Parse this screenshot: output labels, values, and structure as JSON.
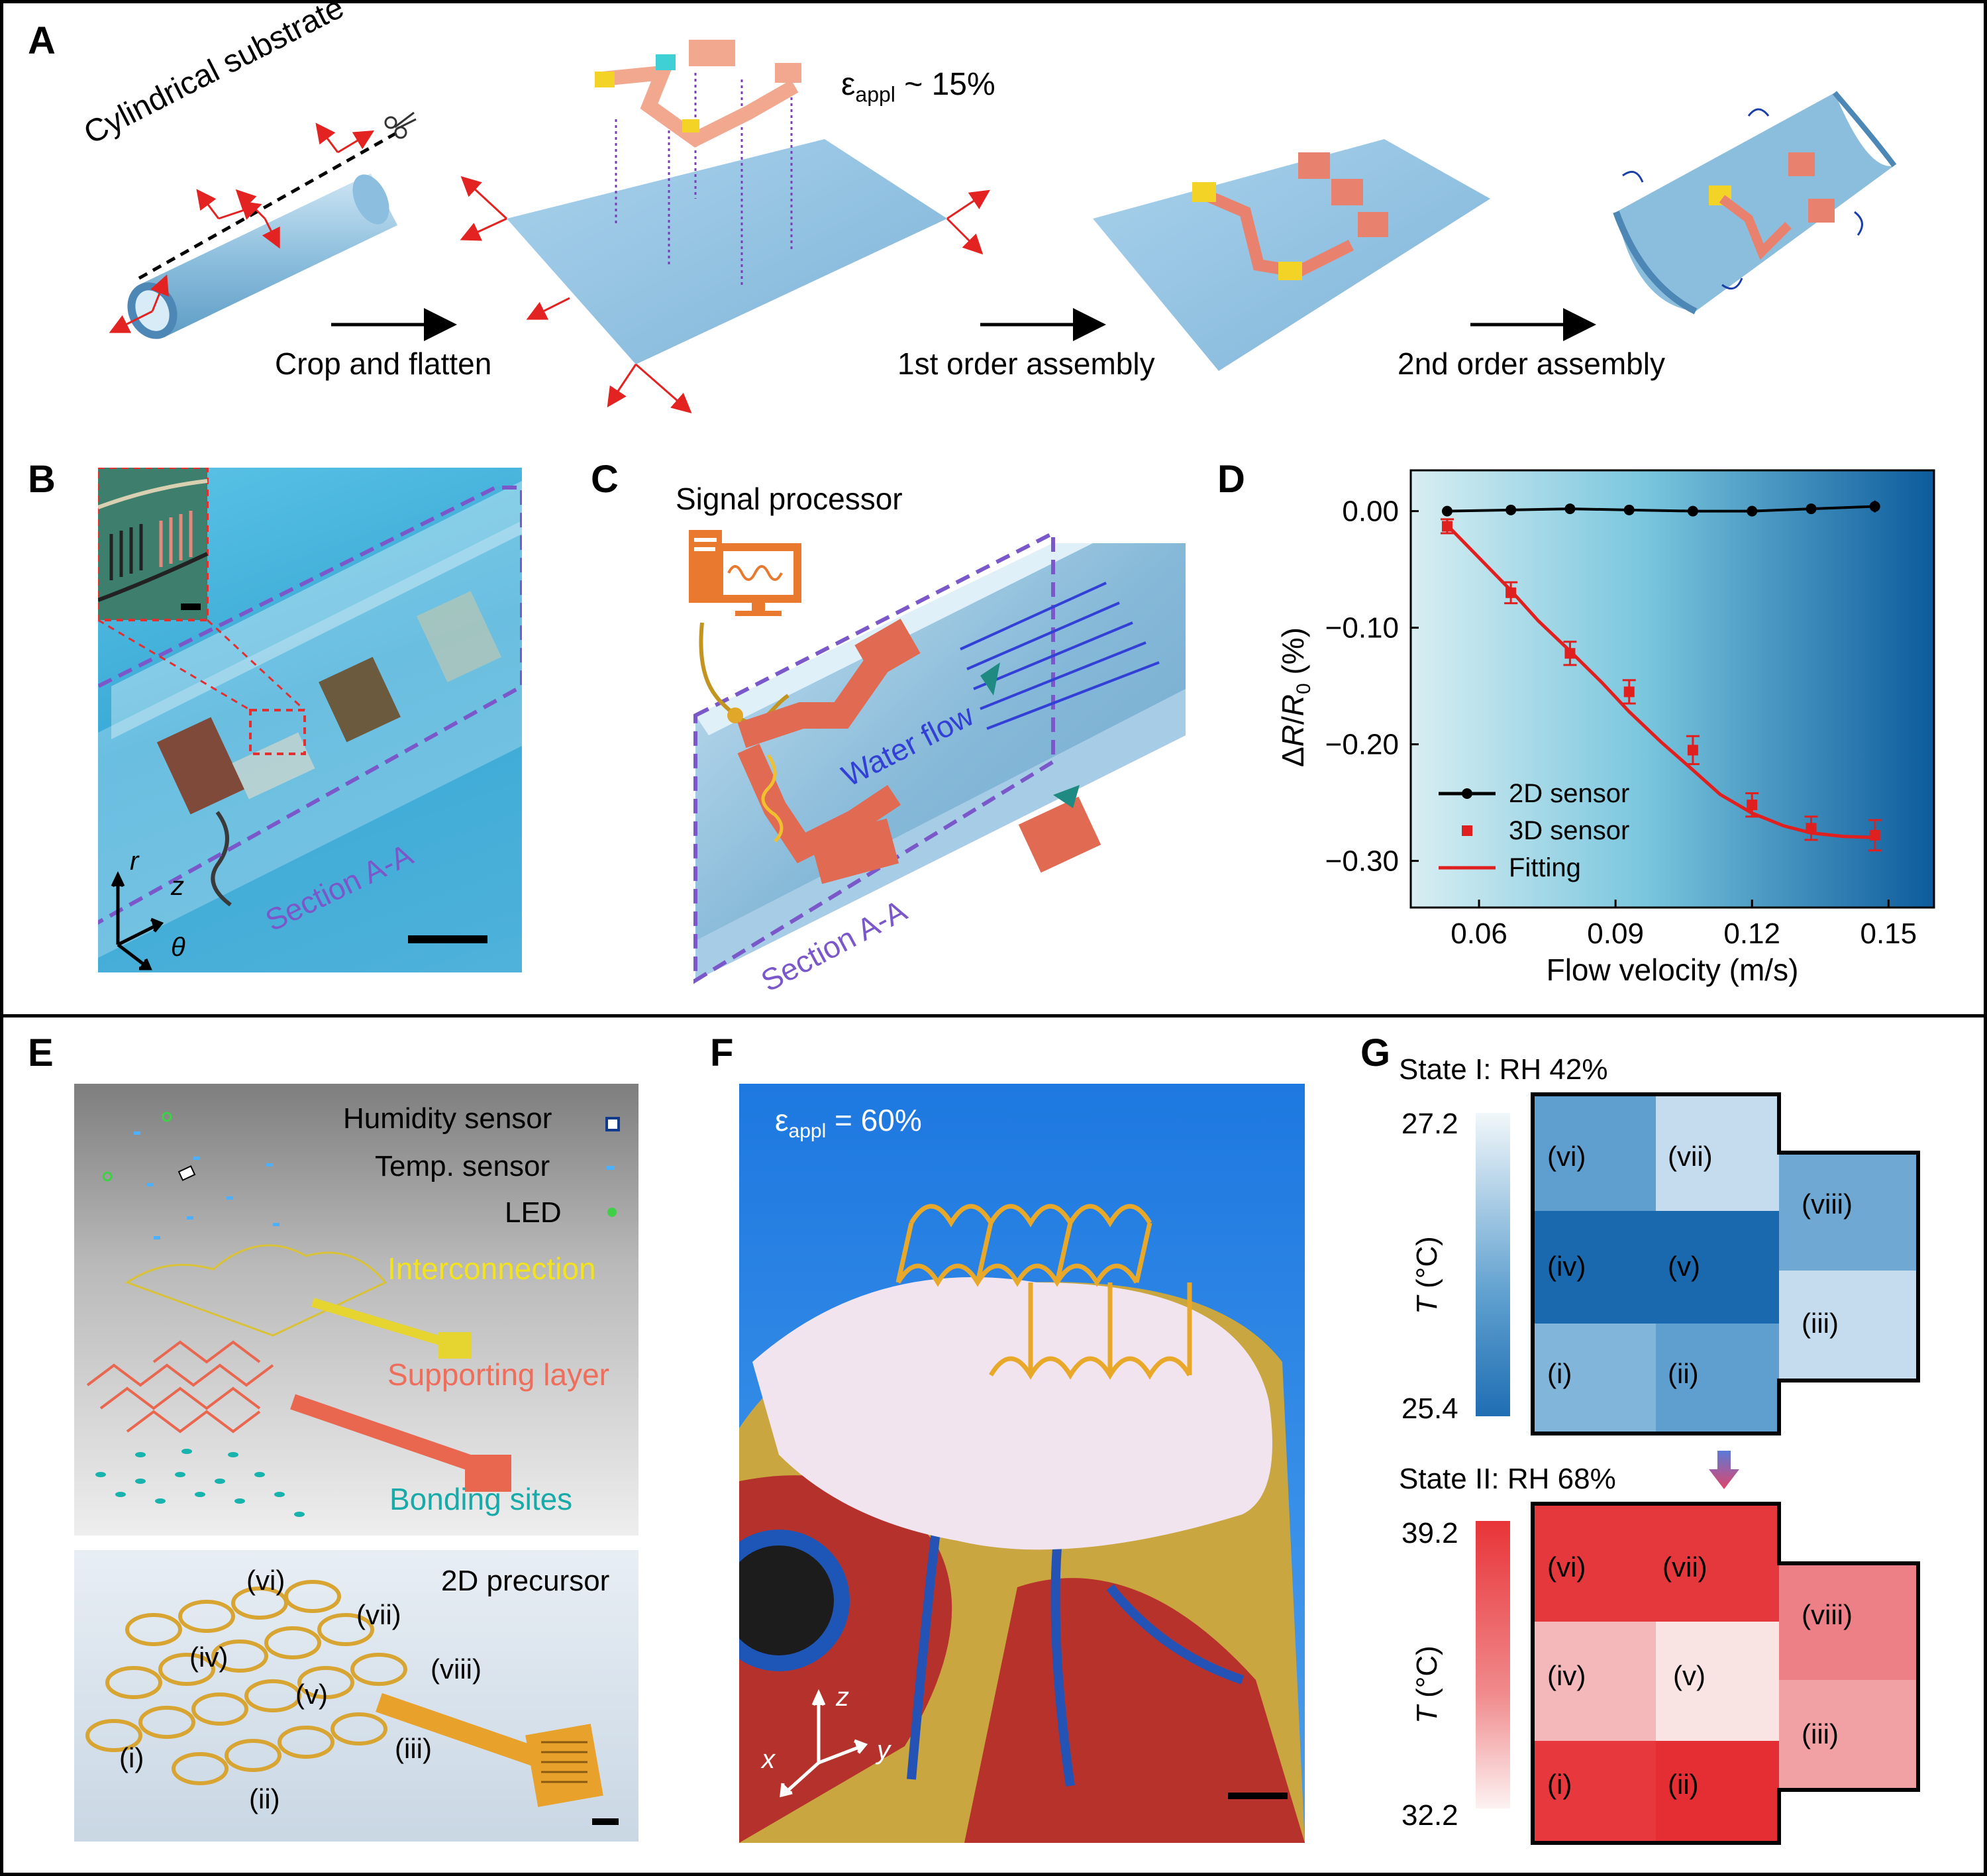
{
  "panels": {
    "A": {
      "label": "A",
      "cylindrical_substrate": "Cylindrical substrate",
      "strain_eps": "ε",
      "strain_sub": "appl",
      "strain_value": " ~ 15%",
      "step1": "Crop and flatten",
      "step2": "1st order assembly",
      "step3": "2nd order assembly"
    },
    "B": {
      "label": "B",
      "section": "Section A-A",
      "axis_r": "r",
      "axis_z": "z",
      "axis_theta": "θ"
    },
    "C": {
      "label": "C",
      "signal_processor": "Signal processor",
      "water_flow": "Water flow",
      "section": "Section A-A"
    },
    "D": {
      "label": "D"
    },
    "E": {
      "label": "E",
      "legend_humidity": "Humidity sensor",
      "legend_temp": "Temp. sensor",
      "legend_led": "LED",
      "interconnection": "Interconnection",
      "supporting_layer": "Supporting layer",
      "bonding_sites": "Bonding sites",
      "precursor": "2D precursor",
      "regions": [
        "(vi)",
        "(vii)",
        "(iv)",
        "(v)",
        "(viii)",
        "(i)",
        "(iii)",
        "(ii)"
      ]
    },
    "F": {
      "label": "F",
      "strain_eps": "ε",
      "strain_sub": "appl",
      "strain_value": " = 60%",
      "axis_z": "z",
      "axis_x": "x",
      "axis_y": "y"
    },
    "G": {
      "label": "G",
      "state1": "State I: RH 42%",
      "state2": "State II: RH 68%",
      "state1_max": "27.2",
      "state1_min": "25.4",
      "state2_max": "39.2",
      "state2_min": "32.2",
      "t_label": "T",
      "t_unit": " (°C)",
      "cells": [
        "(vi)",
        "(vii)",
        "(viii)",
        "(iv)",
        "(v)",
        "(iii)",
        "(i)",
        "(ii)"
      ]
    }
  },
  "chart_data": {
    "type": "line",
    "xlabel": "Flow velocity (m/s)",
    "ylabel": "ΔR/R0 (%)",
    "xlim": [
      0.045,
      0.16
    ],
    "ylim": [
      -0.34,
      0.035
    ],
    "xticks": [
      "0.06",
      "0.09",
      "0.12",
      "0.15"
    ],
    "yticks": [
      "0.00",
      "−0.10",
      "−0.20",
      "−0.30"
    ],
    "legend_position": "bottom-left",
    "series": [
      {
        "name": "2D sensor",
        "color": "#000000",
        "x": [
          0.053,
          0.067,
          0.08,
          0.093,
          0.107,
          0.12,
          0.133,
          0.147
        ],
        "y": [
          0.0,
          0.001,
          0.002,
          0.001,
          0.0,
          0.0,
          0.002,
          0.004
        ],
        "err": [
          0.004,
          0.003,
          0.004,
          0.004,
          0.004,
          0.004,
          0.003,
          0.005
        ]
      },
      {
        "name": "3D sensor",
        "color": "#e01f1f",
        "x": [
          0.053,
          0.067,
          0.08,
          0.093,
          0.107,
          0.12,
          0.133,
          0.147
        ],
        "y": [
          -0.013,
          -0.07,
          -0.122,
          -0.155,
          -0.205,
          -0.252,
          -0.272,
          -0.278
        ],
        "err": [
          0.006,
          0.009,
          0.01,
          0.01,
          0.012,
          0.01,
          0.01,
          0.013
        ]
      },
      {
        "name": "Fitting",
        "color": "#e01f1f",
        "x": [
          0.053,
          0.06,
          0.067,
          0.073,
          0.08,
          0.087,
          0.093,
          0.1,
          0.107,
          0.113,
          0.12,
          0.127,
          0.133,
          0.14,
          0.147
        ],
        "y": [
          -0.012,
          -0.04,
          -0.068,
          -0.094,
          -0.12,
          -0.147,
          -0.172,
          -0.198,
          -0.222,
          -0.243,
          -0.259,
          -0.27,
          -0.276,
          -0.279,
          -0.28
        ]
      }
    ]
  }
}
